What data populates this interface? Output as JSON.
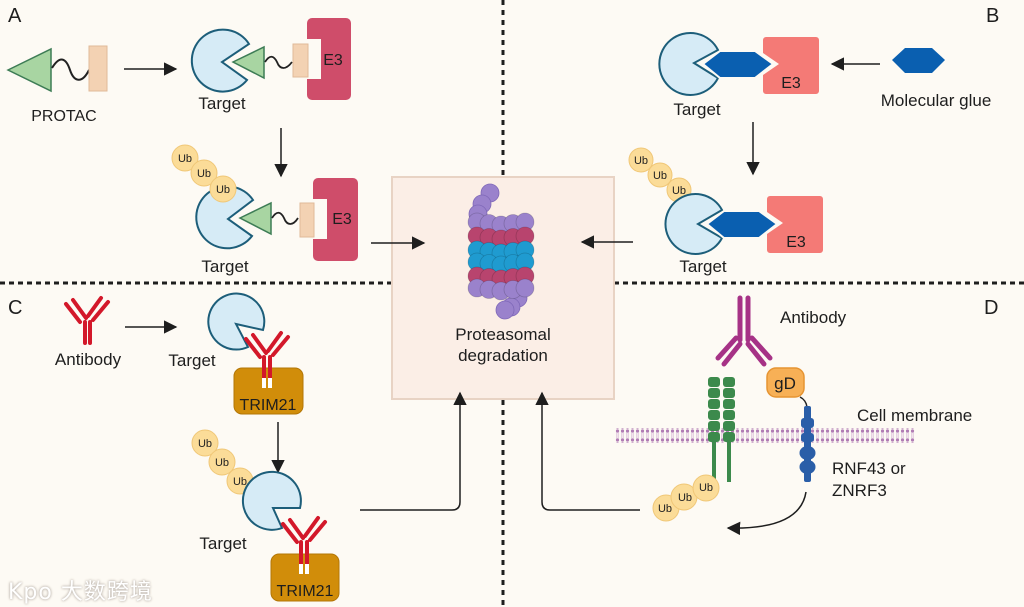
{
  "panels": {
    "A": {
      "letter": "A",
      "protac_label": "PROTAC",
      "target_label_1": "Target",
      "target_label_2": "Target",
      "e3_label_1": "E3",
      "e3_label_2": "E3",
      "ub": [
        "Ub",
        "Ub",
        "Ub"
      ]
    },
    "B": {
      "letter": "B",
      "glue_label": "Molecular glue",
      "target_label_1": "Target",
      "target_label_2": "Target",
      "e3_label_1": "E3",
      "e3_label_2": "E3",
      "ub": [
        "Ub",
        "Ub",
        "Ub"
      ]
    },
    "C": {
      "letter": "C",
      "antibody_label": "Antibody",
      "target_label_1": "Target",
      "target_label_2": "Target",
      "trim_label_1": "TRIM21",
      "trim_label_2": "TRIM21",
      "ub": [
        "Ub",
        "Ub",
        "Ub"
      ]
    },
    "D": {
      "letter": "D",
      "antibody_label": "Antibody",
      "gd_label": "gD",
      "membrane_label": "Cell membrane",
      "ligase_label_1": "RNF43 or",
      "ligase_label_2": "ZNRF3",
      "ub": [
        "Ub",
        "Ub",
        "Ub"
      ]
    }
  },
  "center": {
    "label_1": "Proteasomal",
    "label_2": "degradation"
  },
  "watermark": "Kpo 大数跨境",
  "colors": {
    "background": "#fdfaf4",
    "center_box": "#fbeee6",
    "center_border": "#e8d3c4",
    "target_fill": "#d6ebf6",
    "target_stroke": "#1d5e7a",
    "protac_triangle": "#a8d5a2",
    "protac_linker_block": "#f3d2b3",
    "e3_protac": "#cf4d6a",
    "e3_glue": "#f47a76",
    "glue": "#0a5fb0",
    "ub": "#fbdc98",
    "antibody_red": "#d3182a",
    "trim21": "#d18d0a",
    "antibody_purple": "#a63286",
    "receptor_green": "#3c8a4c",
    "ligase_blue": "#2a5ea8",
    "gd_orange": "#f7b056",
    "membrane": "#b588b8",
    "proteasome_purple": "#9a82cc",
    "proteasome_magenta": "#b8446e",
    "proteasome_blue": "#1f9bd0"
  }
}
